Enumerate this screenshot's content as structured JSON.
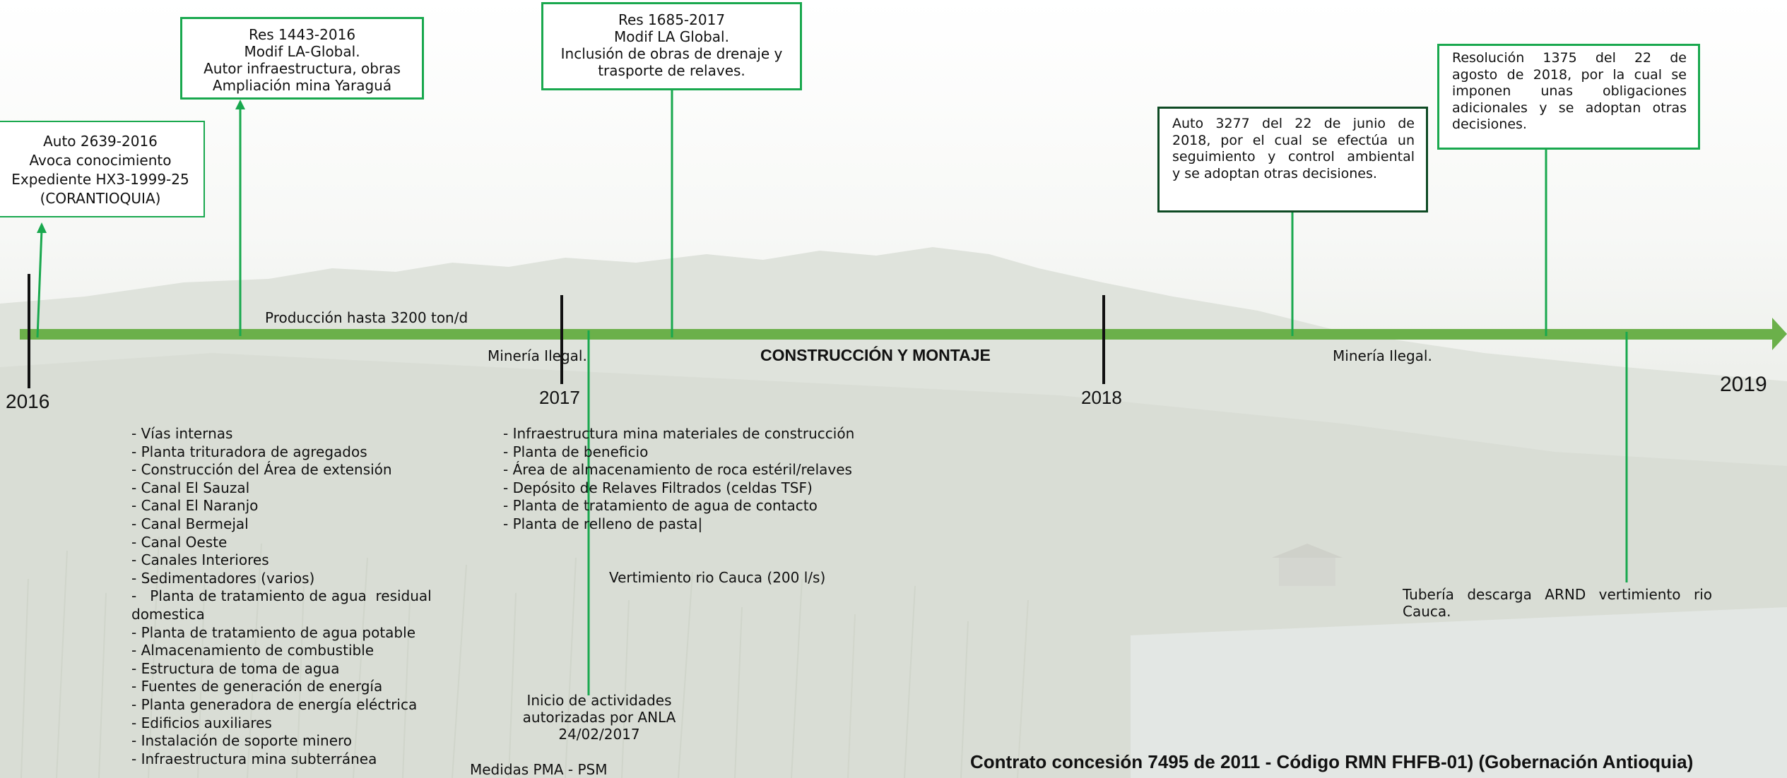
{
  "colors": {
    "timeline": "#6bb04a",
    "accent_green": "#19a84e",
    "dark_green": "#0e4a24",
    "tick": "#111111"
  },
  "years": {
    "y2016": "2016",
    "y2017": "2017",
    "y2018": "2018",
    "y2019": "2019"
  },
  "boxes": {
    "auto_2639": [
      "Auto 2639-2016",
      "Avoca conocimiento",
      "Expediente HX3-1999-25",
      "(CORANTIOQUIA)"
    ],
    "res_1443": [
      "Res 1443-2016",
      "Modif LA-Global.",
      "Autor infraestructura, obras",
      "Ampliación mina Yaraguá"
    ],
    "res_1685": [
      "Res 1685-2017",
      "Modif LA Global.",
      "Inclusión de obras de drenaje y",
      "trasporte de relaves."
    ],
    "auto_3277": [
      "Auto 3277 del 22 de junio de",
      "2018, por el cual se efectúa un",
      "seguimiento y control ambiental",
      "y se adoptan otras decisiones."
    ],
    "res_1375": [
      "Resolución 1375 del 22 de",
      "agosto de 2018, por la cual se",
      "imponen unas obligaciones",
      "adicionales y se adoptan otras",
      "decisiones."
    ]
  },
  "labels": {
    "produccion": "Producción  hasta 3200 ton/d",
    "mineria_1": "Minería Ilegal.",
    "construccion": "CONSTRUCCIÓN Y MONTAJE",
    "mineria_2": "Minería Ilegal.",
    "vertimiento": "Vertimiento rio Cauca (200 l/s)",
    "inicio": [
      "Inicio de actividades",
      "autorizadas por ANLA",
      "24/02/2017"
    ],
    "medidas": "Medidas PMA - PSM",
    "tuberia": [
      "Tubería descarga ARND vertimiento rio",
      "Cauca."
    ],
    "contract": "Contrato concesión 7495 de 2011 - Código RMN FHFB-01)  (Gobernación Antioquia)"
  },
  "list_2016": [
    "- Vías internas",
    "- Planta trituradora de agregados",
    "- Construcción del Área de extensión",
    "- Canal El Sauzal",
    "- Canal El Naranjo",
    "- Canal Bermejal",
    "- Canal Oeste",
    "- Canales Interiores",
    "- Sedimentadores (varios)",
    "-   Planta de tratamiento de agua  residual domestica",
    "- Planta de tratamiento de agua potable",
    "- Almacenamiento de combustible",
    "- Estructura de toma de agua",
    "- Fuentes de generación de energía",
    "- Planta generadora de energía eléctrica",
    "- Edificios auxiliares",
    "- Instalación de soporte minero",
    "- Infraestructura mina subterránea"
  ],
  "list_2017": [
    "- Infraestructura mina materiales de construcción",
    "- Planta de beneficio",
    "- Área de almacenamiento de roca estéril/relaves",
    "- Depósito de Relaves Filtrados (celdas TSF)",
    "- Planta de tratamiento de agua de contacto",
    "- Planta de relleno de pasta|"
  ]
}
